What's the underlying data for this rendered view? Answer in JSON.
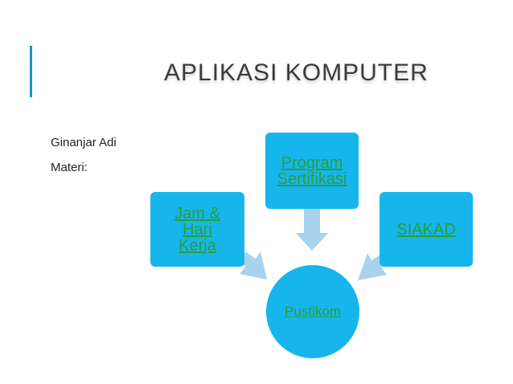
{
  "slide": {
    "title": "APLIKASI KOMPUTER",
    "author": "Ginanjar Adi",
    "materi_label": "Materi:"
  },
  "diagram": {
    "nodes": {
      "left": "Jam & Hari Kerja",
      "top": "Program Sertifikasi",
      "right": "SIAKAD",
      "center": "Pustikom"
    }
  },
  "colors": {
    "box": "#16b6ec",
    "arrow": "#a9d2ee",
    "link": "#2a9d3a",
    "accent": "#1e8fc6"
  }
}
